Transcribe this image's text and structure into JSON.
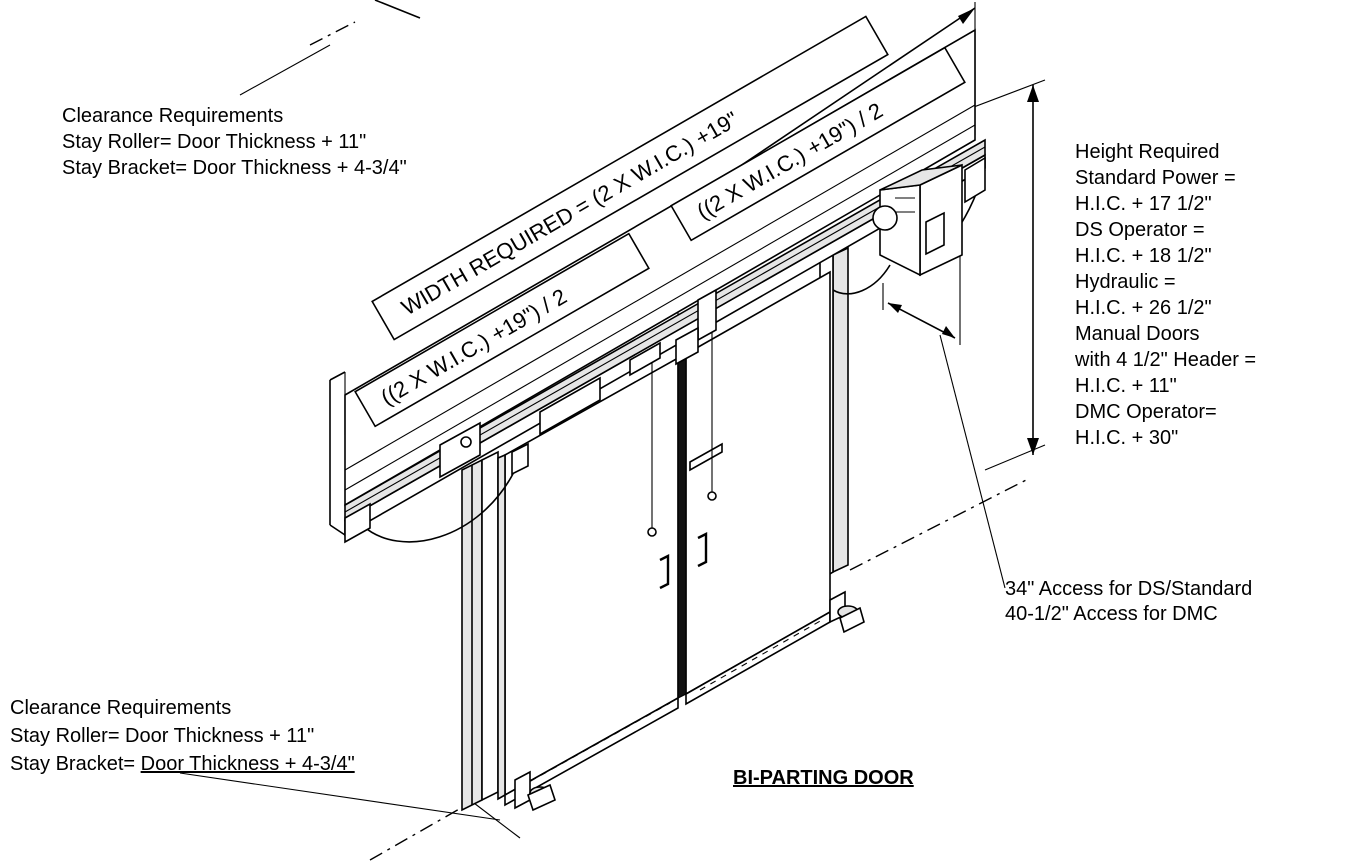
{
  "labels": {
    "top_clearance": {
      "heading": "Clearance Requirements",
      "line1": "Stay Roller= Door Thickness + 11\"",
      "line2": "Stay Bracket= Door Thickness + 4-3/4\""
    },
    "bottom_clearance": {
      "heading": "Clearance Requirements",
      "line1": "Stay Roller= Door Thickness + 11\"",
      "line2_prefix": "Stay Bracket= ",
      "line2_underlined": "Door Thickness + 4-3/4\""
    },
    "height_required": [
      "Height Required",
      "Standard Power =",
      "H.I.C. + 17 1/2\"",
      "DS Operator =",
      "H.I.C. + 18 1/2\"",
      "Hydraulic =",
      "H.I.C. + 26 1/2\"",
      "Manual Doors",
      "with 4 1/2\" Header =",
      "H.I.C. + 11\"",
      "DMC Operator=",
      "H.I.C. + 30\""
    ],
    "access": [
      "34\" Access for DS/Standard",
      "40-1/2\" Access for DMC"
    ],
    "width_required": "WIDTH REQUIRED = (2 X W.I.C.) +19\"",
    "half_width_left": "((2 X W.I.C.) +19\") / 2",
    "half_width_right": "((2 X W.I.C.) +19\") / 2",
    "title": "BI-PARTING DOOR"
  }
}
